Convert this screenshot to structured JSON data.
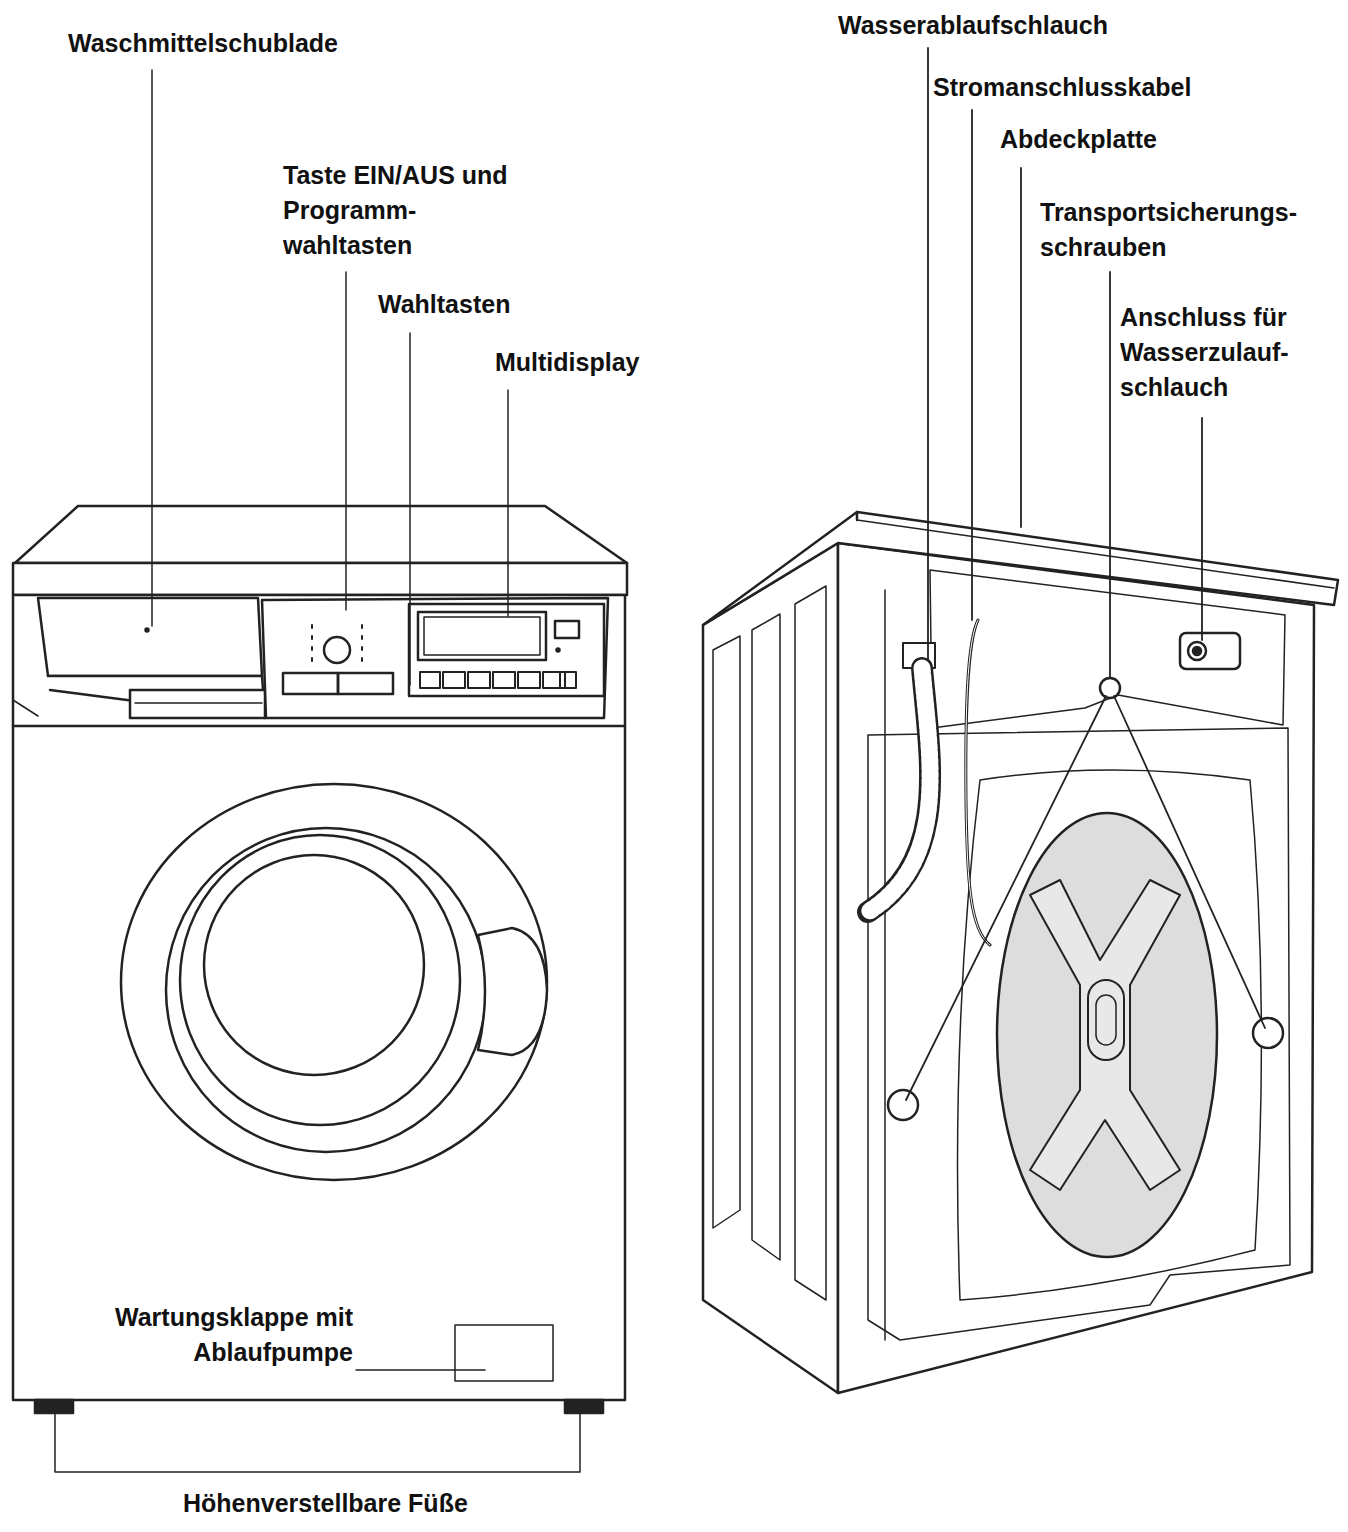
{
  "diagram": {
    "labels": [
      "Waschmittelschublade",
      "Taste EIN/AUS und Programm- wahltasten",
      "Wahltasten",
      "Multidisplay",
      "Wartungsklappe mit Ablaufpumpe",
      "Höhenverstellbare Füße",
      "Wasserablaufschlauch",
      "Stromanschlusskabel",
      "Abdeckplatte",
      "Transportsicherungs- schrauben",
      "Anschluss für Wasserzulauf- schlauch"
    ]
  }
}
